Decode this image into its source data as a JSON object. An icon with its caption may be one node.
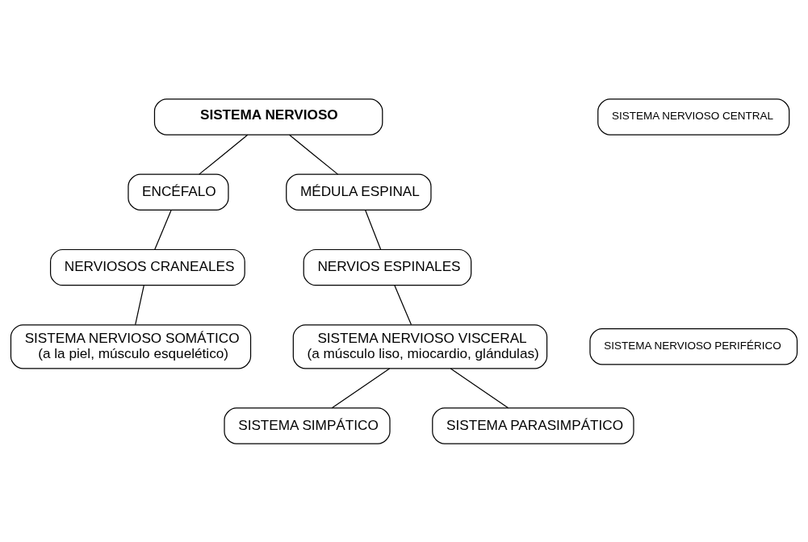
{
  "diagram": {
    "nodes": [
      {
        "text": [
          "SISTEMA NERVIOSO"
        ]
      },
      {
        "text": [
          "ENCÉFALO"
        ]
      },
      {
        "text": [
          "MÉDULA ESPINAL"
        ]
      },
      {
        "text": [
          "NERVIOSOS CRANEALES"
        ]
      },
      {
        "text": [
          "NERVIOS ESPINALES"
        ]
      },
      {
        "text": [
          "SISTEMA NERVIOSO SOMÁTICO",
          "(a la piel, músculo esquelético)"
        ]
      },
      {
        "text": [
          "SISTEMA NERVIOSO VISCERAL",
          "(a músculo liso, miocardio, glándulas)"
        ]
      },
      {
        "text": [
          "SISTEMA SIMPÁTICO"
        ]
      },
      {
        "text": [
          "SISTEMA PARASIMPÁTICO"
        ]
      },
      {
        "text": [
          "SISTEMA NERVIOSO CENTRAL"
        ]
      },
      {
        "text": [
          "SISTEMA NERVIOSO PERIFÉRICO"
        ]
      }
    ],
    "edges": [
      {
        "from": 0,
        "to": 1,
        "arrow": "none"
      },
      {
        "from": 0,
        "to": 2,
        "arrow": "none"
      },
      {
        "from": 1,
        "to": 3,
        "arrow": "none"
      },
      {
        "from": 2,
        "to": 4,
        "arrow": "none"
      },
      {
        "from": 3,
        "to": 5,
        "arrow": "none"
      },
      {
        "from": 4,
        "to": 6,
        "arrow": "none"
      },
      {
        "from": 6,
        "to": 7,
        "arrow": "none"
      },
      {
        "from": 6,
        "to": 8,
        "arrow": "none"
      }
    ]
  }
}
